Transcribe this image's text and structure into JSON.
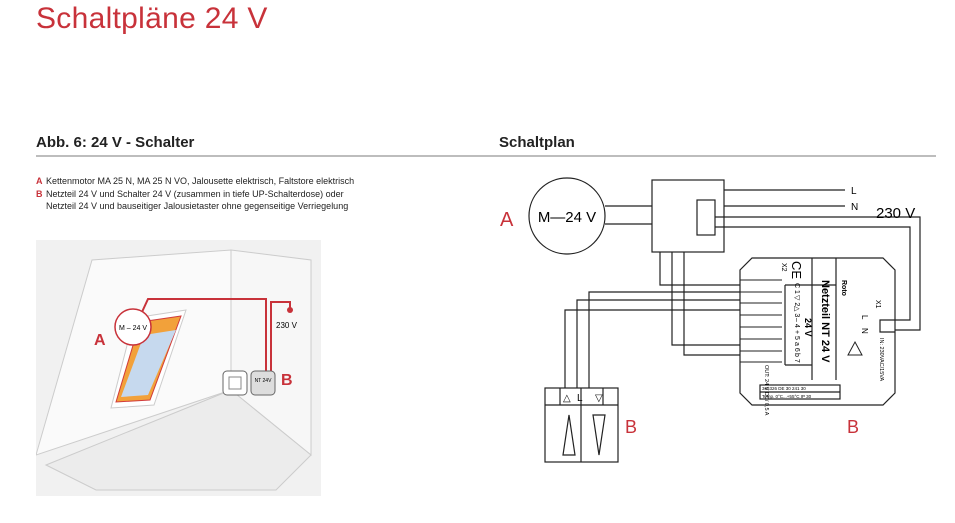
{
  "page_title": "Schaltpläne 24 V",
  "left_heading": "Abb. 6: 24 V - Schalter",
  "right_heading": "Schaltplan",
  "legend": [
    {
      "key": "A",
      "text": "Kettenmotor MA 25 N, MA 25 N VO, Jalousette elektrisch, Faltstore elektrisch"
    },
    {
      "key": "B",
      "text": "Netzteil 24 V und Schalter 24 V (zusammen in tiefe UP-Schalterdose) oder Netzteil 24 V und bauseitiger Jalousietaster ohne gegenseitige Verriegelung"
    }
  ],
  "illustration": {
    "motor_label": "M – 24 V",
    "label_a": "A",
    "label_b": "B",
    "voltage": "230 V",
    "nt_label": "NT 24V"
  },
  "schematic": {
    "motor_label": "M—24 V",
    "label_a": "A",
    "label_b_switch": "B",
    "label_b_nt": "B",
    "line_l": "L",
    "line_n": "N",
    "voltage": "230 V",
    "nt": {
      "name": "Netzteil NT 24 V",
      "brand": "Roto",
      "ce": "CE",
      "x1": "X1",
      "x2": "X2",
      "terminals": [
        "C 1",
        "▽ 2",
        "△ 3",
        "– 4",
        "+ 5",
        "a 6",
        "b 7"
      ],
      "volt": "24 V",
      "input_l": "L",
      "input_n": "N",
      "in_text": "IN: 230VAC/15VA",
      "out_text": "OUT: 24 V DC/ 0,5 A",
      "label_row1": "365326  DE 30 241 30",
      "label_row2": "Temp. 0°C...+55°C   IP 30"
    },
    "switch": {
      "up": "△",
      "l": "L",
      "down": "▽"
    }
  }
}
